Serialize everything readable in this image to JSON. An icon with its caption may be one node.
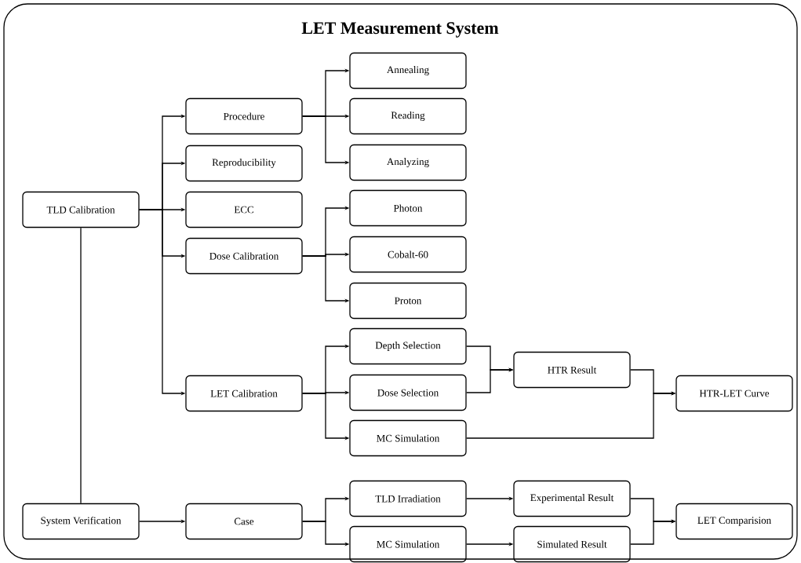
{
  "diagram": {
    "title": "LET Measurement System",
    "nodes": [
      {
        "text": [
          "TLD Calibration"
        ]
      },
      {
        "text": [
          "Procedure"
        ]
      },
      {
        "text": [
          "Reproducibility"
        ]
      },
      {
        "text": [
          "ECC"
        ]
      },
      {
        "text": [
          "Dose Calibration"
        ]
      },
      {
        "text": [
          "LET Calibration"
        ]
      },
      {
        "text": [
          "Annealing"
        ]
      },
      {
        "text": [
          "Reading"
        ]
      },
      {
        "text": [
          "Analyzing"
        ]
      },
      {
        "text": [
          "Photon"
        ]
      },
      {
        "text": [
          "Cobalt-60"
        ]
      },
      {
        "text": [
          "Proton"
        ]
      },
      {
        "text": [
          "Depth Selection"
        ]
      },
      {
        "text": [
          "Dose Selection"
        ]
      },
      {
        "text": [
          "MC Simulation"
        ]
      },
      {
        "text": [
          "HTR Result"
        ]
      },
      {
        "text": [
          "HTR-LET Curve"
        ]
      },
      {
        "text": [
          "System Verification"
        ]
      },
      {
        "text": [
          "Case"
        ]
      },
      {
        "text": [
          "TLD Irradiation"
        ]
      },
      {
        "text": [
          "MC Simulation"
        ]
      },
      {
        "text": [
          "Experimental Result"
        ]
      },
      {
        "text": [
          "Simulated Result"
        ]
      },
      {
        "text": [
          "LET Comparision"
        ]
      }
    ],
    "edges": [
      {
        "from": 0,
        "to": 1,
        "arrow": "to"
      },
      {
        "from": 0,
        "to": 2,
        "arrow": "to"
      },
      {
        "from": 0,
        "to": 3,
        "arrow": "to"
      },
      {
        "from": 0,
        "to": 4,
        "arrow": "to"
      },
      {
        "from": 0,
        "to": 5,
        "arrow": "to"
      },
      {
        "from": 1,
        "to": 6,
        "arrow": "to"
      },
      {
        "from": 1,
        "to": 7,
        "arrow": "to"
      },
      {
        "from": 1,
        "to": 8,
        "arrow": "to"
      },
      {
        "from": 4,
        "to": 9,
        "arrow": "to"
      },
      {
        "from": 4,
        "to": 10,
        "arrow": "to"
      },
      {
        "from": 4,
        "to": 11,
        "arrow": "to"
      },
      {
        "from": 5,
        "to": 12,
        "arrow": "to"
      },
      {
        "from": 5,
        "to": 13,
        "arrow": "to"
      },
      {
        "from": 5,
        "to": 14,
        "arrow": "to"
      },
      {
        "from": 12,
        "to": 15,
        "arrow": "to"
      },
      {
        "from": 13,
        "to": 15,
        "arrow": "to"
      },
      {
        "from": 15,
        "to": 16,
        "arrow": "to"
      },
      {
        "from": 14,
        "to": 16,
        "arrow": "to"
      },
      {
        "from": 0,
        "to": 17,
        "arrow": "none"
      },
      {
        "from": 17,
        "to": 18,
        "arrow": "to"
      },
      {
        "from": 18,
        "to": 19,
        "arrow": "to"
      },
      {
        "from": 18,
        "to": 20,
        "arrow": "to"
      },
      {
        "from": 19,
        "to": 21,
        "arrow": "to"
      },
      {
        "from": 20,
        "to": 22,
        "arrow": "to"
      },
      {
        "from": 21,
        "to": 23,
        "arrow": "to"
      },
      {
        "from": 22,
        "to": 23,
        "arrow": "to"
      }
    ]
  }
}
